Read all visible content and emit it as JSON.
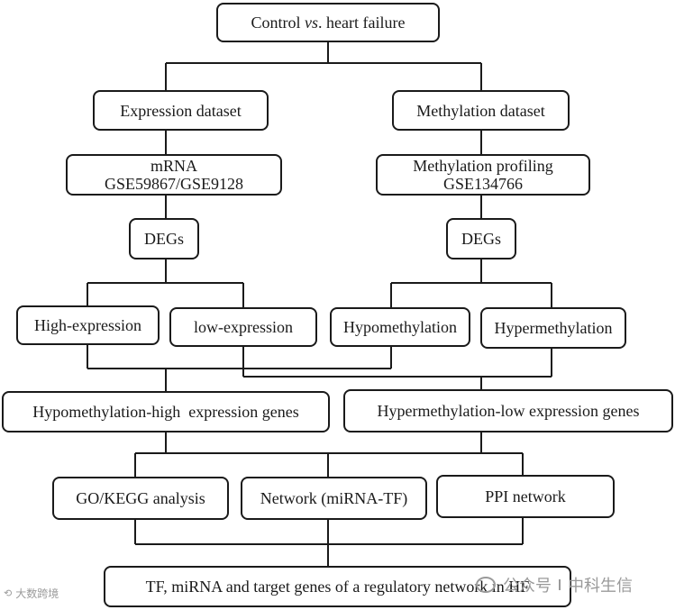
{
  "title_box": {
    "prefix": "Control ",
    "italic": "vs",
    "suffix": ". heart failure"
  },
  "datasets": {
    "expression": "Expression dataset",
    "methylation": "Methylation dataset"
  },
  "sources": {
    "mrna": {
      "line1": "mRNA",
      "line2": "GSE59867/GSE9128"
    },
    "methylation_profiling": {
      "line1": "Methylation profiling",
      "line2": "GSE134766"
    }
  },
  "degs": {
    "left": "DEGs",
    "right": "DEGs"
  },
  "categories": {
    "high_expression": "High-expression",
    "low_expression": "low-expression",
    "hypomethylation": "Hypomethylation",
    "hypermethylation": "Hypermethylation"
  },
  "gene_sets": {
    "hypo_high": "Hypomethylation-high  expression genes",
    "hyper_low": "Hypermethylation-low expression genes"
  },
  "analyses": {
    "go_kegg": "GO/KEGG analysis",
    "network": "Network (miRNA-TF)",
    "ppi": "PPI network"
  },
  "result": "TF, miRNA and target genes of a regulatory network in HF",
  "watermarks": {
    "left": "大数跨境",
    "right_a": "公众号",
    "right_b": "中科生信"
  }
}
